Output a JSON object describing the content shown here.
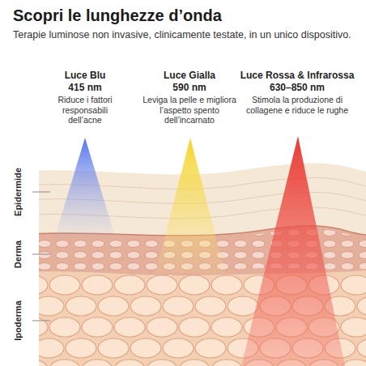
{
  "diagram": {
    "title": "Scopri le lunghezze d’onda",
    "labels": [
      "Terapie luminose non invasive, clinicamente testate, in un unico dispositivo.",
      "Luce Blu",
      "415 nm",
      "Riduce i fattori responsabili dell’acne",
      "Luce Gialla",
      "590 nm",
      "Leviga la pelle e migliora l’aspetto spento dell’incarnato",
      "Luce Rossa & Infrarossa",
      "630–850 nm",
      "Stimola la produzione di collagene e riduce le rughe",
      "Epidermide",
      "Derma",
      "Ipoderma"
    ]
  }
}
